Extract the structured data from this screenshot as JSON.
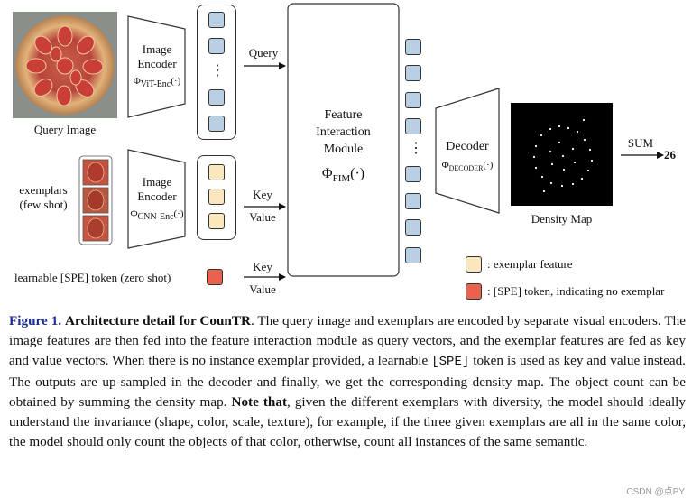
{
  "diagram": {
    "query_image_label": "Query Image",
    "image_encoder_top": [
      "Image",
      "Encoder"
    ],
    "image_encoder_top_formula": "Φ",
    "image_encoder_top_sub": "ViT-Enc",
    "image_encoder_top_args": "(·)",
    "image_encoder_bottom": [
      "Image",
      "Encoder"
    ],
    "image_encoder_bottom_formula": "Φ",
    "image_encoder_bottom_sub": "CNN-Enc",
    "image_encoder_bottom_args": "(·)",
    "exemplars_label": [
      "exemplars",
      "(few shot)"
    ],
    "spe_token_label": "learnable [SPE] token (zero shot)",
    "query_arrow_label": "Query",
    "key_value_label_1": [
      "Key",
      "Value"
    ],
    "key_value_label_2": [
      "Key",
      "Value"
    ],
    "fim_label": [
      "Feature",
      "Interaction",
      "Module"
    ],
    "fim_formula": "Φ",
    "fim_sub": "FIM",
    "fim_args": "(·)",
    "decoder_label": "Decoder",
    "decoder_formula": "Φ",
    "decoder_sub": "DECODER",
    "decoder_args": "(·)",
    "density_map_label": "Density Map",
    "sum_label": "SUM",
    "count_value": "26",
    "legend_exemplar": ": exemplar feature",
    "legend_spe": ": [SPE] token, indicating no exemplar",
    "dots_symbol": "⋮",
    "colors": {
      "query_token": "#b8cfe4",
      "exemplar_token": "#fbe7bd",
      "spe_token": "#e8624e",
      "figure_label": "#1b2f8f"
    }
  },
  "caption": {
    "figure_number": "Figure 1.",
    "title": "Architecture detail for CounTR",
    "part1": ". The query image and exemplars are encoded by separate visual encoders. The image features are then fed into the feature interaction module as query vectors, and the exemplar features are fed as key and value vectors. When there is no instance exemplar provided, a learnable ",
    "spe_code": "[SPE]",
    "part2": " token is used as key and value instead. The outputs are up-sampled in the decoder and finally, we get the corresponding density map. The object count can be obtained by summing the density map. ",
    "note_bold": "Note that",
    "part3": ", given the different exemplars with diversity, the model should ideally understand the invariance (shape, color, scale, texture), for example, if the three given exemplars are all in the same color, the model should only count the objects of that color, otherwise, count all instances of the same semantic."
  },
  "watermark": "CSDN @点PY"
}
